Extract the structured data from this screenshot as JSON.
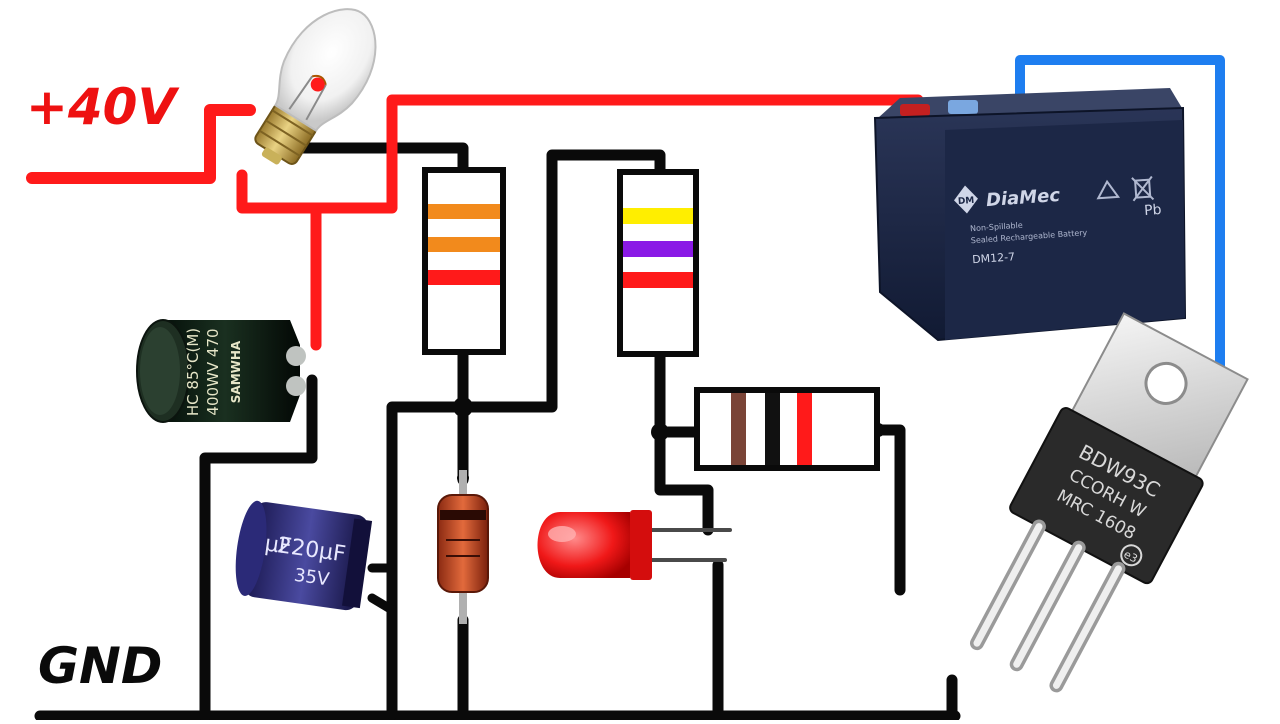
{
  "labels": {
    "supply": "+40V",
    "ground": "GND"
  },
  "capacitor_large": {
    "lines": [
      "HC 85°C(M)",
      "400WV 470"
    ],
    "brand": "SAMWHA"
  },
  "capacitor_small": {
    "value": "220µF",
    "voltage": "35V",
    "mark": "µF"
  },
  "battery": {
    "brand": "DiaMec",
    "logo": "DM",
    "line1": "Non-Spillable",
    "line2": "Sealed Rechargeable Battery",
    "model": "DM12-7",
    "pb": "Pb"
  },
  "transistor": {
    "line1": "BDW93C",
    "line2": "CCORH W",
    "line3": "MRC 1608",
    "mark": "e3"
  },
  "resistor_bands": {
    "r1": [
      "#f28a1c",
      "#f28a1c",
      "#ff1a1a"
    ],
    "r2": [
      "#ffee00",
      "#8a1ae6",
      "#ff1a1a"
    ],
    "r3": [
      "#7a4437",
      "#111111",
      "#ff1a1a"
    ]
  },
  "colors": {
    "positive_wire": "#ff1a1a",
    "negative_wire": "#0a0a0a",
    "battery_wire": "#1e7ef0",
    "label": "#ee1111"
  }
}
